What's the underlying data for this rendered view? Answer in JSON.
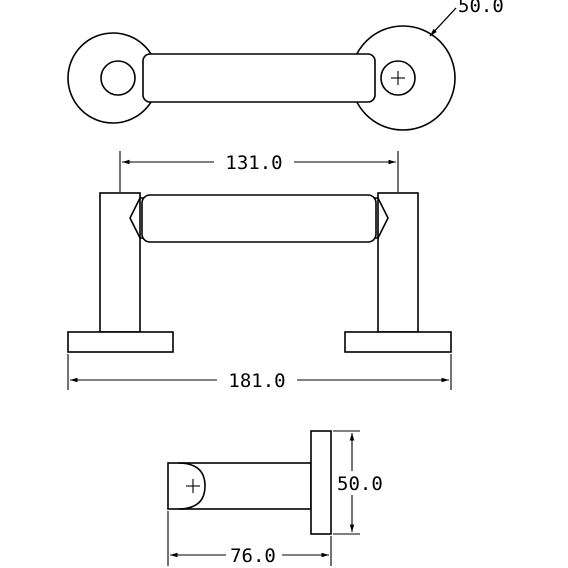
{
  "dimensions": {
    "top_diameter": "50.0",
    "front_inner_width": "131.0",
    "front_overall_width": "181.0",
    "side_height": "50.0",
    "side_depth": "76.0"
  },
  "colors": {
    "line": "#000000",
    "background": "#ffffff"
  }
}
